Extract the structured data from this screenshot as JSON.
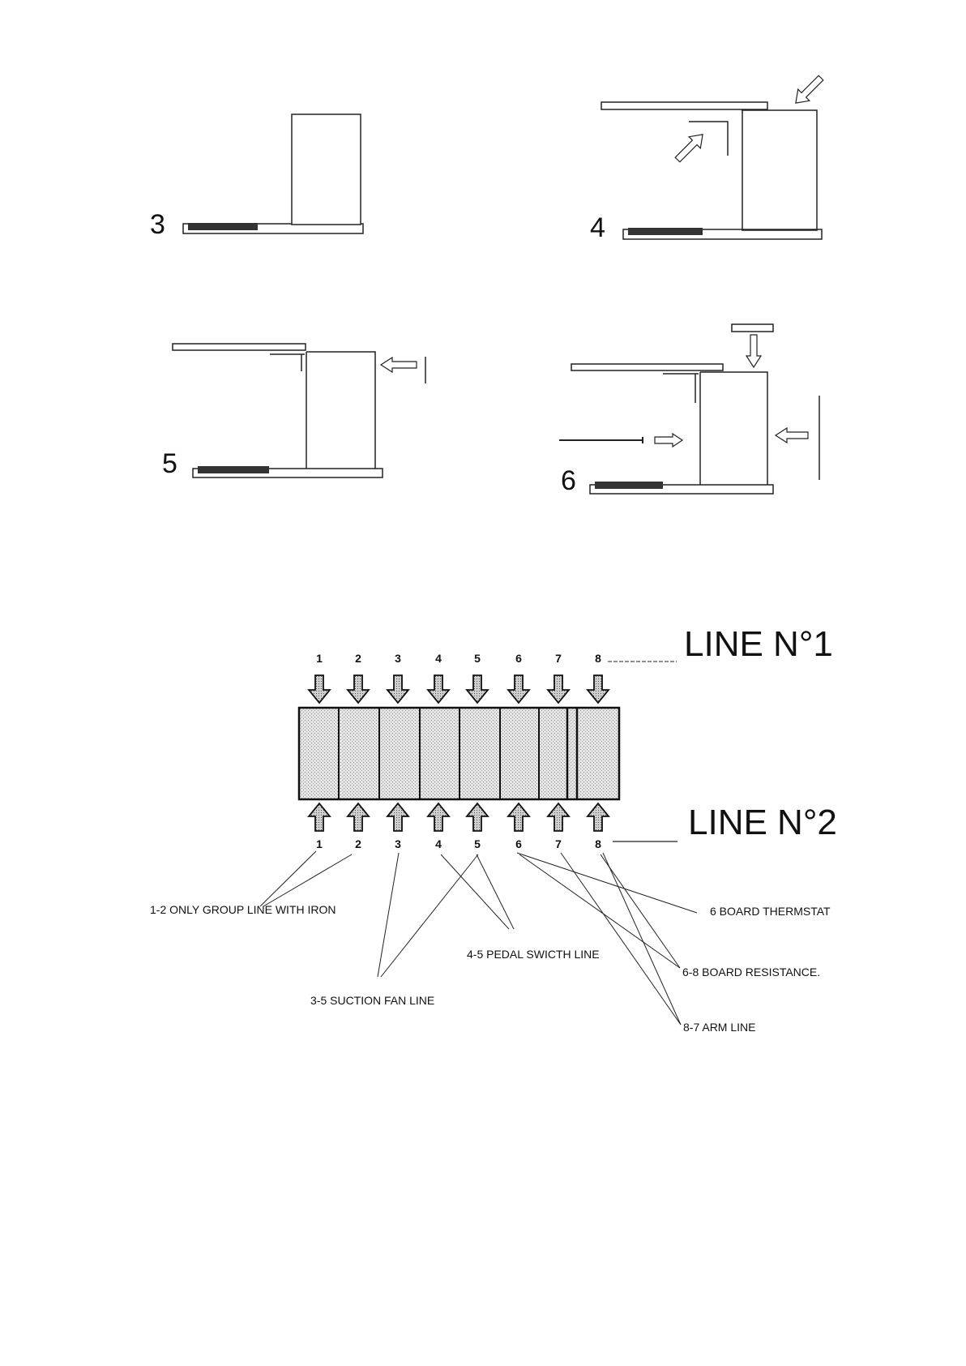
{
  "steps": [
    {
      "number": "3"
    },
    {
      "number": "4"
    },
    {
      "number": "5"
    },
    {
      "number": "6"
    }
  ],
  "terminal_block": {
    "line1_label": "LINE N°1",
    "line2_label": "LINE N°2",
    "top_numbers": [
      "1",
      "2",
      "3",
      "4",
      "5",
      "6",
      "7",
      "8"
    ],
    "bottom_numbers": [
      "1",
      "2",
      "3",
      "4",
      "5",
      "6",
      "7",
      "8"
    ]
  },
  "callouts": {
    "group_iron": "1-2 ONLY GROUP LINE WITH IRON",
    "pedal_switch": "4-5 PEDAL SWICTH LINE",
    "suction_fan": "3-5 SUCTION FAN LINE",
    "board_thermostat": "6 BOARD THERMSTAT",
    "board_resistance": "6-8 BOARD RESISTANCE.",
    "arm_line": "8-7 ARM LINE"
  }
}
